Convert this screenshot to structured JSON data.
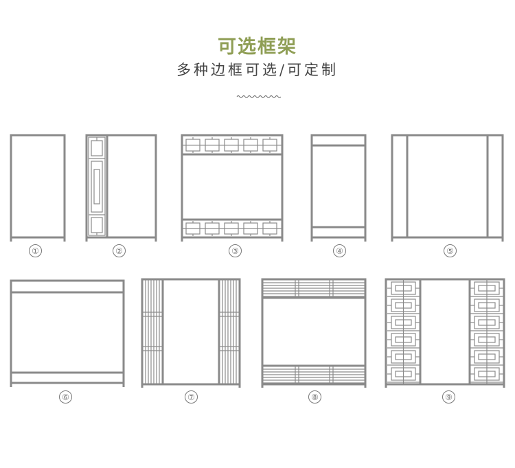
{
  "header": {
    "title": "可选框架",
    "subtitle": "多种边框可选/可定制"
  },
  "colors": {
    "title": "#8f9e55",
    "subtitle": "#444444",
    "frame": "#8a8a8a",
    "label": "#777777"
  },
  "options": [
    {
      "label": "①"
    },
    {
      "label": "②"
    },
    {
      "label": "③"
    },
    {
      "label": "④"
    },
    {
      "label": "⑤"
    },
    {
      "label": "⑥"
    },
    {
      "label": "⑦"
    },
    {
      "label": "⑧"
    },
    {
      "label": "⑨"
    }
  ]
}
